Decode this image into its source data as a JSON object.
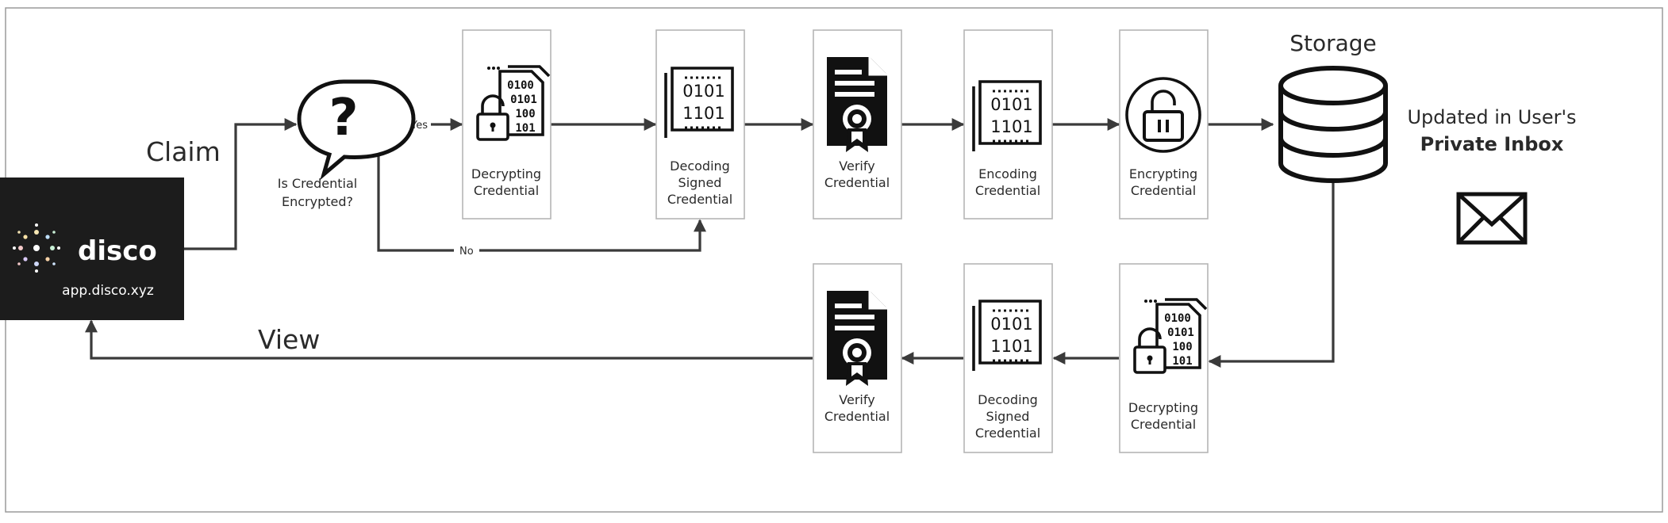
{
  "app": {
    "brand": "disco",
    "url": "app.disco.xyz"
  },
  "labels": {
    "claim": "Claim",
    "view": "View",
    "yes": "Yes",
    "no": "No",
    "decision_line1": "Is Credential",
    "decision_line2": "Encrypted?",
    "storage": "Storage",
    "inbox_line1": "Updated in User's",
    "inbox_line2": "Private Inbox"
  },
  "top_steps": [
    {
      "lines": [
        "Decrypting",
        "Credential"
      ]
    },
    {
      "lines": [
        "Decoding",
        "Signed",
        "Credential"
      ]
    },
    {
      "lines": [
        "Verify",
        "Credential"
      ]
    },
    {
      "lines": [
        "Encoding",
        "Credential"
      ]
    },
    {
      "lines": [
        "Encrypting",
        "Credential"
      ]
    }
  ],
  "bottom_steps": [
    {
      "lines": [
        "Verify",
        "Credential"
      ]
    },
    {
      "lines": [
        "Decoding",
        "Signed",
        "Credential"
      ]
    },
    {
      "lines": [
        "Decrypting",
        "Credential"
      ]
    }
  ],
  "binary": {
    "row1": "0101",
    "row2": "1101",
    "bits1": "0100",
    "bits2": "0101",
    "bits3": "100",
    "bits4": "101"
  },
  "colors": {
    "brand_bg": "#1c1c1c",
    "line": "#3a3a3a",
    "box_border": "#b5b5b5"
  }
}
